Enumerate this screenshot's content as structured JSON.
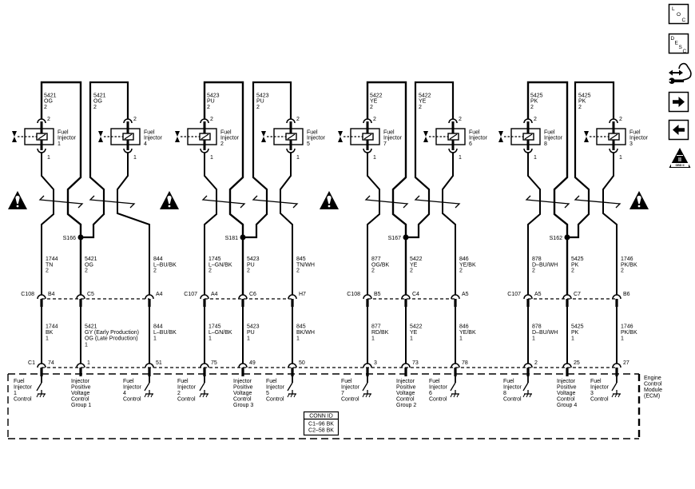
{
  "nav": {
    "loc": [
      "L",
      "O",
      "C"
    ],
    "desc": [
      "D",
      "E",
      "S",
      "C"
    ],
    "obd": {
      "numeral": "II",
      "band": "OBD II"
    }
  },
  "groups": [
    {
      "injectors": [
        {
          "name": [
            "Fuel",
            "Injector",
            "1"
          ],
          "pin_top": "2",
          "pin_bottom": "1",
          "feed": [
            "5421",
            "OG",
            "2"
          ]
        },
        {
          "name": [
            "Fuel",
            "Injector",
            "4"
          ],
          "pin_top": "2",
          "pin_bottom": "1",
          "feed": [
            "5421",
            "OG",
            "2"
          ]
        }
      ],
      "splice": "S166",
      "connector": {
        "name": "C108",
        "pins": [
          "B4",
          "C5",
          "A4"
        ]
      },
      "wires_upper": [
        [
          "1744",
          "TN",
          "2"
        ],
        [
          "5421",
          "OG",
          "2"
        ],
        [
          "844",
          "L–BU/BK",
          "2"
        ]
      ],
      "wires_lower": [
        [
          "1744",
          "BK",
          "1"
        ],
        [
          "5421",
          "GY (Early Production)",
          "OG (Late Production)",
          "1"
        ],
        [
          "844",
          "L–BU/BK",
          "1"
        ]
      ],
      "ecm_pins": [
        "74",
        "1",
        "51"
      ],
      "ecm_labels": [
        [
          "Fuel",
          "Injector",
          "1",
          "Control"
        ],
        [
          "Injector",
          "Positive",
          "Voltage",
          "Control",
          "Group 1"
        ],
        [
          "Fuel",
          "Injector",
          "4",
          "Control"
        ]
      ]
    },
    {
      "injectors": [
        {
          "name": [
            "Fuel",
            "Injector",
            "2"
          ],
          "pin_top": "2",
          "pin_bottom": "1",
          "feed": [
            "5423",
            "PU",
            "2"
          ]
        },
        {
          "name": [
            "Fuel",
            "Injector",
            "5"
          ],
          "pin_top": "2",
          "pin_bottom": "1",
          "feed": [
            "5423",
            "PU",
            "2"
          ]
        }
      ],
      "splice": "S181",
      "connector": {
        "name": "C107",
        "pins": [
          "A4",
          "C6",
          "H7"
        ]
      },
      "wires_upper": [
        [
          "1745",
          "L–GN/BK",
          "2"
        ],
        [
          "5423",
          "PU",
          "2"
        ],
        [
          "845",
          "TN/WH",
          "2"
        ]
      ],
      "wires_lower": [
        [
          "1745",
          "L–GN/BK",
          "1"
        ],
        [
          "5423",
          "PU",
          "1"
        ],
        [
          "845",
          "BK/WH",
          "1"
        ]
      ],
      "ecm_pins": [
        "75",
        "49",
        "50"
      ],
      "ecm_labels": [
        [
          "Fuel",
          "Injector",
          "2",
          "Control"
        ],
        [
          "Injector",
          "Positive",
          "Voltage",
          "Control",
          "Group 3"
        ],
        [
          "Fuel",
          "Injector",
          "5",
          "Control"
        ]
      ]
    },
    {
      "injectors": [
        {
          "name": [
            "Fuel",
            "Injector",
            "7"
          ],
          "pin_top": "2",
          "pin_bottom": "1",
          "feed": [
            "5422",
            "YE",
            "2"
          ]
        },
        {
          "name": [
            "Fuel",
            "Injector",
            "6"
          ],
          "pin_top": "2",
          "pin_bottom": "1",
          "feed": [
            "5422",
            "YE",
            "2"
          ]
        }
      ],
      "splice": "S167",
      "connector": {
        "name": "C108",
        "pins": [
          "B5",
          "C4",
          "A5"
        ]
      },
      "wires_upper": [
        [
          "877",
          "OG/BK",
          "2"
        ],
        [
          "5422",
          "YE",
          "2"
        ],
        [
          "846",
          "YE/BK",
          "2"
        ]
      ],
      "wires_lower": [
        [
          "877",
          "RD/BK",
          "1"
        ],
        [
          "5422",
          "YE",
          "1"
        ],
        [
          "846",
          "YE/BK",
          "1"
        ]
      ],
      "ecm_pins": [
        "3",
        "73",
        "78"
      ],
      "ecm_labels": [
        [
          "Fuel",
          "Injector",
          "7",
          "Control"
        ],
        [
          "Injector",
          "Positive",
          "Voltage",
          "Control",
          "Group 2"
        ],
        [
          "Fuel",
          "Injector",
          "6",
          "Control"
        ]
      ]
    },
    {
      "injectors": [
        {
          "name": [
            "Fuel",
            "Injector",
            "8"
          ],
          "pin_top": "2",
          "pin_bottom": "1",
          "feed": [
            "5425",
            "PK",
            "2"
          ]
        },
        {
          "name": [
            "Fuel",
            "Injector",
            "3"
          ],
          "pin_top": "2",
          "pin_bottom": "1",
          "feed": [
            "5425",
            "PK",
            "2"
          ]
        }
      ],
      "splice": "S162",
      "connector": {
        "name": "C107",
        "pins": [
          "A5",
          "C7",
          "B6"
        ]
      },
      "wires_upper": [
        [
          "878",
          "D–BU/WH",
          "2"
        ],
        [
          "5425",
          "PK",
          "2"
        ],
        [
          "1746",
          "PK/BK",
          "2"
        ]
      ],
      "wires_lower": [
        [
          "878",
          "D–BU/WH",
          "1"
        ],
        [
          "5425",
          "PK",
          "1"
        ],
        [
          "1746",
          "PK/BK",
          "1"
        ]
      ],
      "ecm_pins": [
        "2",
        "25",
        "27"
      ],
      "ecm_labels": [
        [
          "Fuel",
          "Injector",
          "8",
          "Control"
        ],
        [
          "Injector",
          "Positive",
          "Voltage",
          "Control",
          "Group 4"
        ],
        [
          "Fuel",
          "Injector",
          "3",
          "Control"
        ]
      ]
    }
  ],
  "ecm": {
    "connector": "C1",
    "name": [
      "Engine",
      "Control",
      "Module",
      "(ECM)"
    ]
  },
  "conn_id": {
    "title": "CONN ID",
    "rows": [
      "C1–96 BK",
      "C2–58 BK"
    ]
  }
}
